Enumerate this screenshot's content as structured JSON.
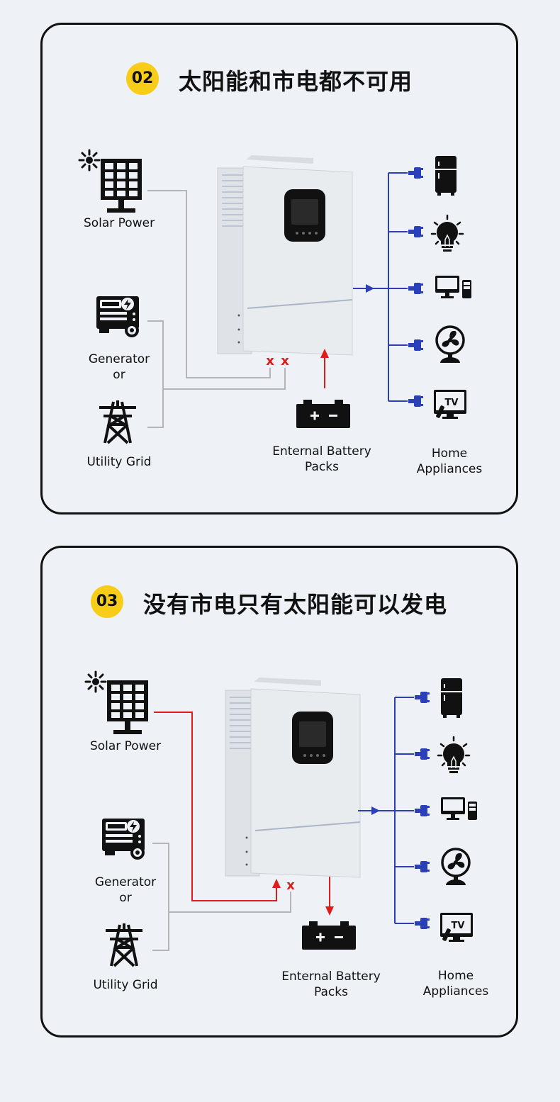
{
  "sections": [
    {
      "number": "02",
      "title": "太阳能和市电都不可用",
      "labels": {
        "solar": "Solar Power",
        "generator": "Generator",
        "or": "or",
        "grid": "Utility Grid",
        "battery_line1": "Enternal Battery",
        "battery_line2": "Packs",
        "home_line1": "Home",
        "home_line2": "Appliances"
      },
      "blocked_marks": [
        "x",
        "x"
      ]
    },
    {
      "number": "03",
      "title": "没有市电只有太阳能可以发电",
      "labels": {
        "solar": "Solar Power",
        "generator": "Generator",
        "or": "or",
        "grid": "Utility Grid",
        "battery_line1": "Enternal Battery",
        "battery_line2": "Packs",
        "home_line1": "Home",
        "home_line2": "Appliances"
      },
      "blocked_marks": [
        "x"
      ]
    }
  ],
  "appliance_icons": [
    "fridge-icon",
    "light-bulb-icon",
    "computer-icon",
    "fan-icon",
    "tv-icon"
  ],
  "tv_icon_text": "TV",
  "colors": {
    "badge": "#f7cd19",
    "active_line": "#e01b1b",
    "output_line": "#2a3fb8",
    "inactive_line": "#b5b5b5",
    "background": "#eef2f6"
  }
}
